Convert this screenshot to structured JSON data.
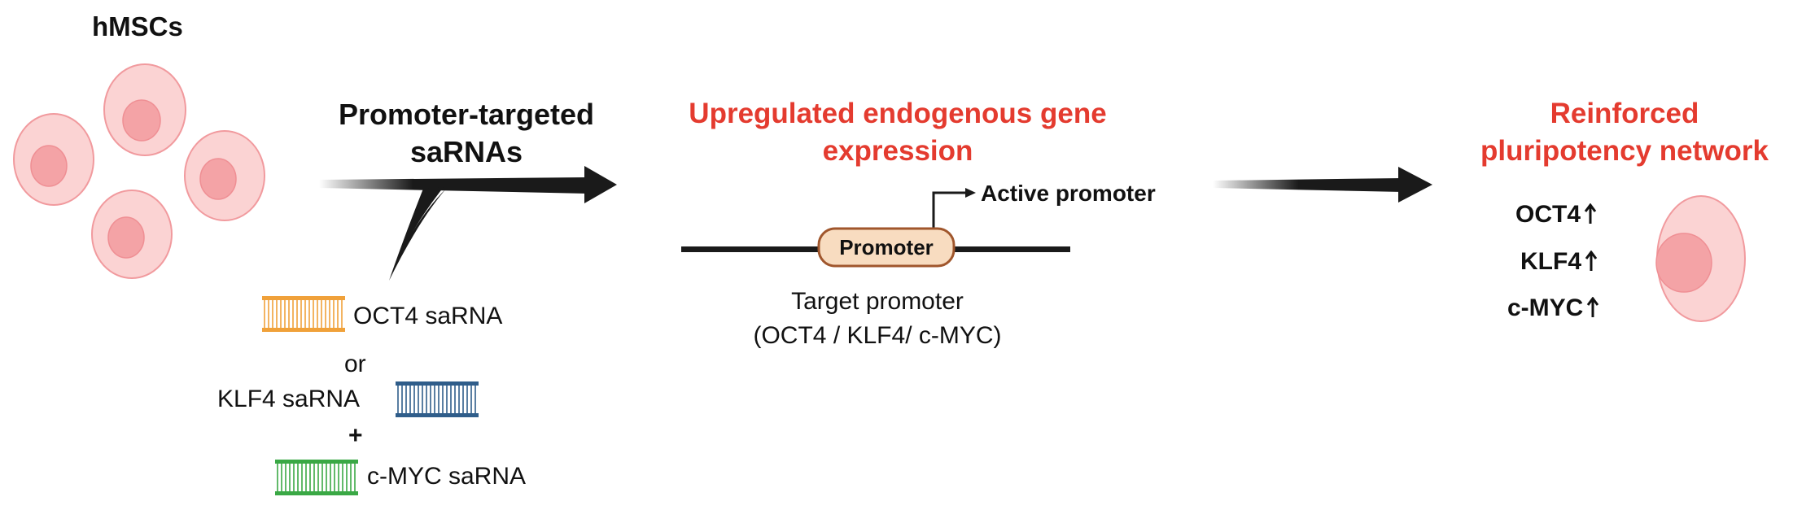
{
  "cells_label": "hMSCs",
  "step1": {
    "title_line1": "Promoter-targeted",
    "title_line2": "saRNAs"
  },
  "sarna": {
    "oct4": "OCT4 saRNA",
    "or": "or",
    "klf4": "KLF4 saRNA",
    "plus": "+",
    "cmyc": "c-MYC saRNA"
  },
  "step2": {
    "title_line1": "Upregulated endogenous gene",
    "title_line2": "expression",
    "active_promoter": "Active promoter",
    "promoter_box": "Promoter",
    "target_line1": "Target promoter",
    "target_line2": "(OCT4 / KLF4/ c-MYC)"
  },
  "step3": {
    "title_line1": "Reinforced",
    "title_line2": "pluripotency network",
    "genes": [
      "OCT4",
      "KLF4",
      "c-MYC"
    ]
  },
  "colors": {
    "accent_red": "#e43b2f",
    "cell_fill": "#fbd3d3",
    "cell_nucleus": "#f4a3a6",
    "oct4_rna": "#f0a13a",
    "klf4_rna": "#2f5d8a",
    "cmyc_rna": "#3aa845",
    "promoter_fill": "#f8dcc0",
    "promoter_border": "#a0562c"
  },
  "icons": [
    "cell-icon",
    "arrow-right-icon",
    "rna-duplex-icon",
    "arrow-up-icon",
    "promoter-arrow-icon"
  ]
}
